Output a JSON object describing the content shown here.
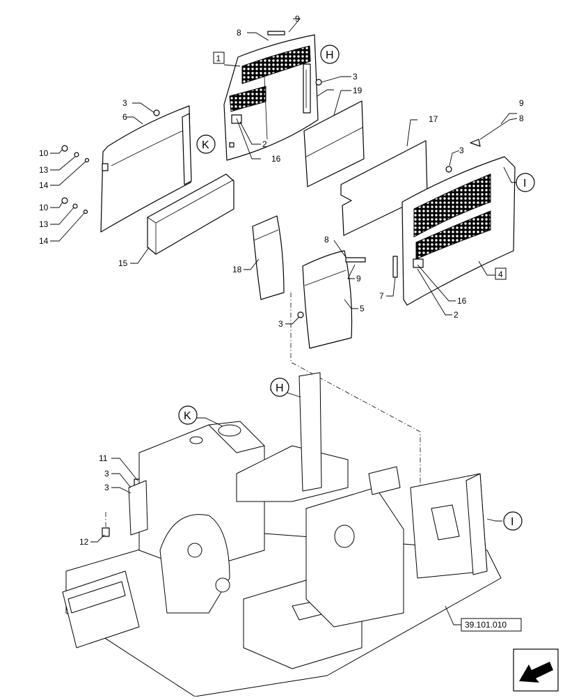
{
  "callouts": {
    "n1": "1",
    "n2a": "2",
    "n2b": "2",
    "n3a": "3",
    "n3b": "3",
    "n3c": "3",
    "n3d": "3",
    "n3e": "3",
    "n3f": "3",
    "n4": "4",
    "n5": "5",
    "n6": "6",
    "n7": "7",
    "n8a": "8",
    "n8b": "8",
    "n8c": "8",
    "n9a": "9",
    "n9b": "9",
    "n9c": "9",
    "n10a": "10",
    "n10b": "10",
    "n11": "11",
    "n12": "12",
    "n13a": "13",
    "n13b": "13",
    "n14a": "14",
    "n14b": "14",
    "n15": "15",
    "n16a": "16",
    "n16b": "16",
    "n17": "17",
    "n18": "18",
    "n19": "19"
  },
  "views": {
    "H_top": "H",
    "H_bottom": "H",
    "K_top": "K",
    "K_bottom": "K",
    "I_top": "I",
    "I_bottom": "I"
  },
  "reference": "39.101.010",
  "icons": [
    "view-circle-icon",
    "navigation-arrow-icon"
  ]
}
